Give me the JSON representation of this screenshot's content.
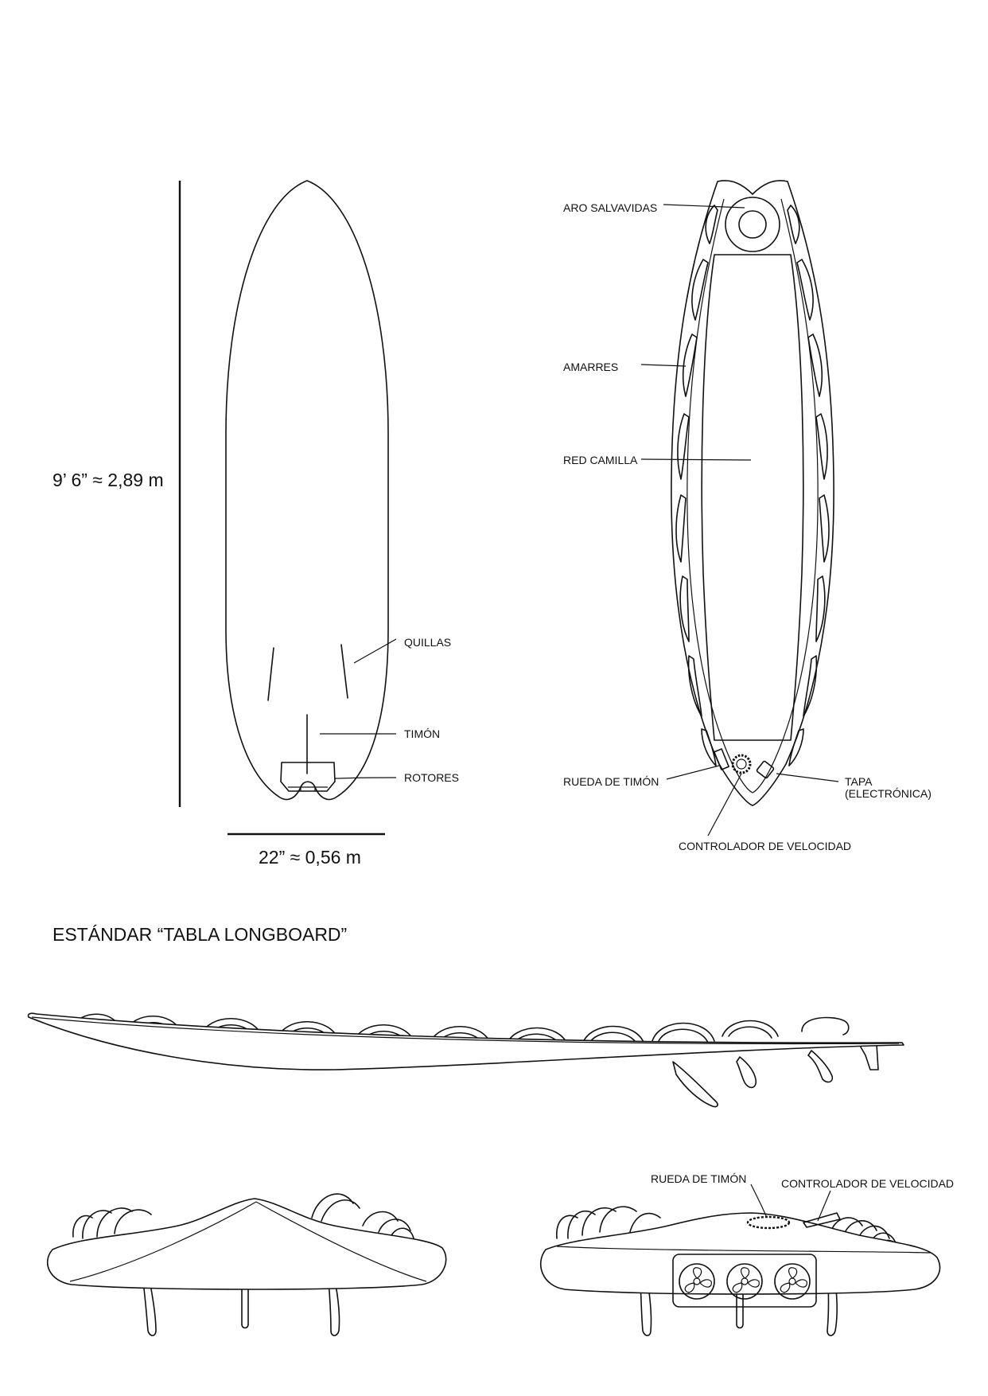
{
  "dimensions": {
    "length": "9’ 6” ≈ 2,89 m",
    "width": "22” ≈ 0,56 m"
  },
  "bottom_view_labels": {
    "fins": "QUILLAS",
    "rudder": "TIMÓN",
    "rotors": "ROTORES"
  },
  "top_view_labels": {
    "life_ring": "ARO SALVAVIDAS",
    "lashings": "AMARRES",
    "stretcher_net": "RED CAMILLA",
    "rudder_wheel": "RUEDA DE TIMÓN",
    "cover_line1": "TAPA",
    "cover_line2": "(ELECTRÓNICA)",
    "speed_controller": "CONTROLADOR DE VELOCIDAD"
  },
  "section_title": "ESTÁNDAR “TABLA LONGBOARD”",
  "rear_view_labels": {
    "rudder_wheel": "RUEDA DE TIMÓN",
    "speed_controller": "CONTROLADOR DE VELOCIDAD"
  }
}
